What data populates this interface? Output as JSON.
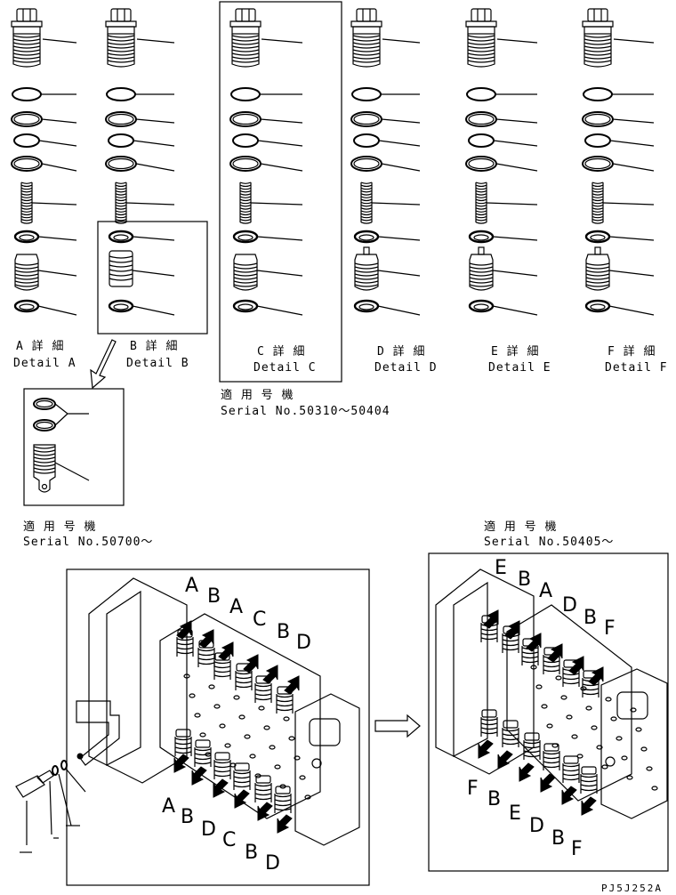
{
  "details": [
    {
      "letter_jp": "A 詳 細",
      "detail": "Detail A"
    },
    {
      "letter_jp": "B 詳 細",
      "detail": "Detail B"
    },
    {
      "letter_jp": "C 詳 細",
      "detail": "Detail C"
    },
    {
      "letter_jp": "D 詳 細",
      "detail": "Detail D"
    },
    {
      "letter_jp": "E 詳 細",
      "detail": "Detail E"
    },
    {
      "letter_jp": "F 詳 細",
      "detail": "Detail F"
    }
  ],
  "serials": {
    "c": {
      "jp": "適 用 号 機",
      "serial": "Serial No.50310～50404"
    },
    "b": {
      "jp": "適 用 号 機",
      "serial": "Serial No.50700～"
    },
    "right": {
      "jp": "適 用 号 機",
      "serial": "Serial No.50405～"
    }
  },
  "left_view": {
    "top": [
      "A",
      "B",
      "A",
      "C",
      "B",
      "D"
    ],
    "bottom": [
      "A",
      "B",
      "D",
      "C",
      "B",
      "D"
    ]
  },
  "right_view": {
    "top": [
      "E",
      "B",
      "A",
      "D",
      "B",
      "F"
    ],
    "bottom": [
      "F",
      "B",
      "E",
      "D",
      "B",
      "F"
    ]
  },
  "part_code": "PJ5J252A"
}
